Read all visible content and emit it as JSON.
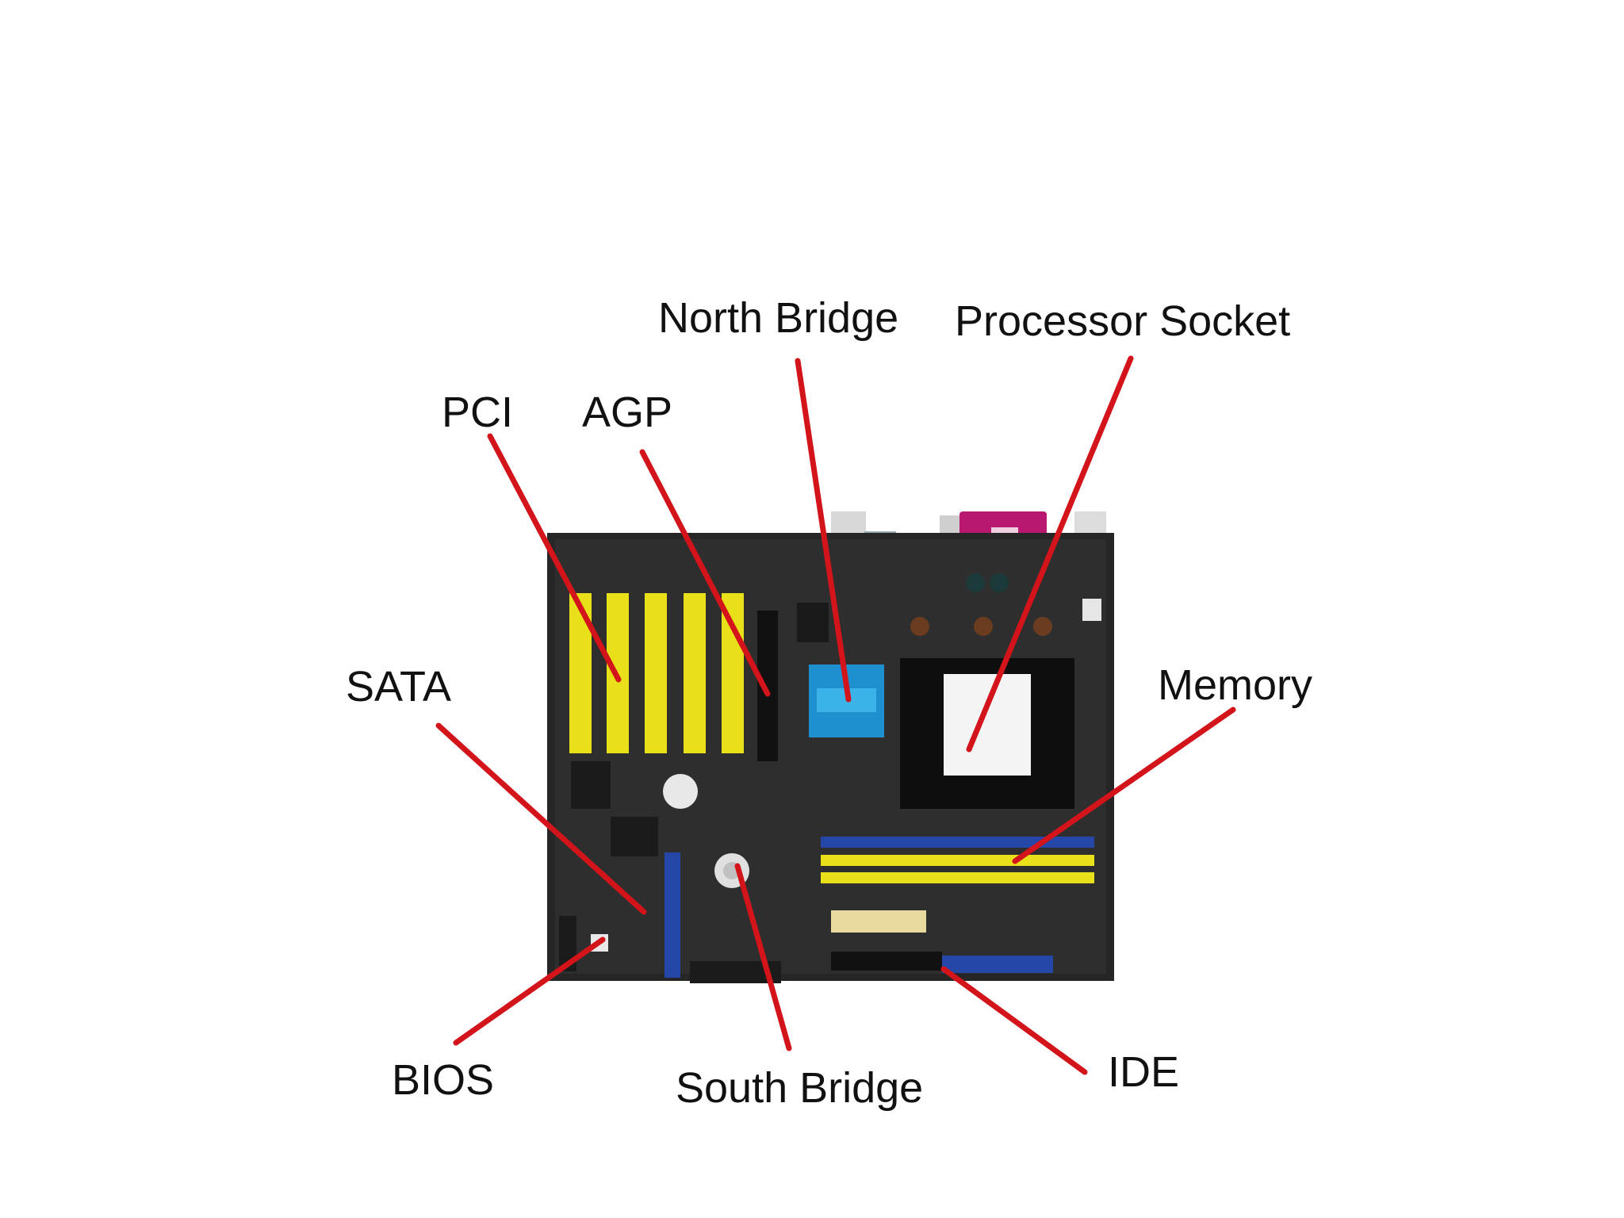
{
  "labels": {
    "north_bridge": "North Bridge",
    "processor_socket": "Processor Socket",
    "pci": "PCI",
    "agp": "AGP",
    "sata": "SATA",
    "memory": "Memory",
    "bios": "BIOS",
    "south_bridge": "South Bridge",
    "ide": "IDE"
  },
  "colors": {
    "leader": "#d3141a",
    "board": "#262626",
    "slot_yellow": "#e8e018",
    "slot_blue": "#2547a8",
    "heatsink": "#1e8fcf",
    "port_magenta": "#b8186e"
  }
}
